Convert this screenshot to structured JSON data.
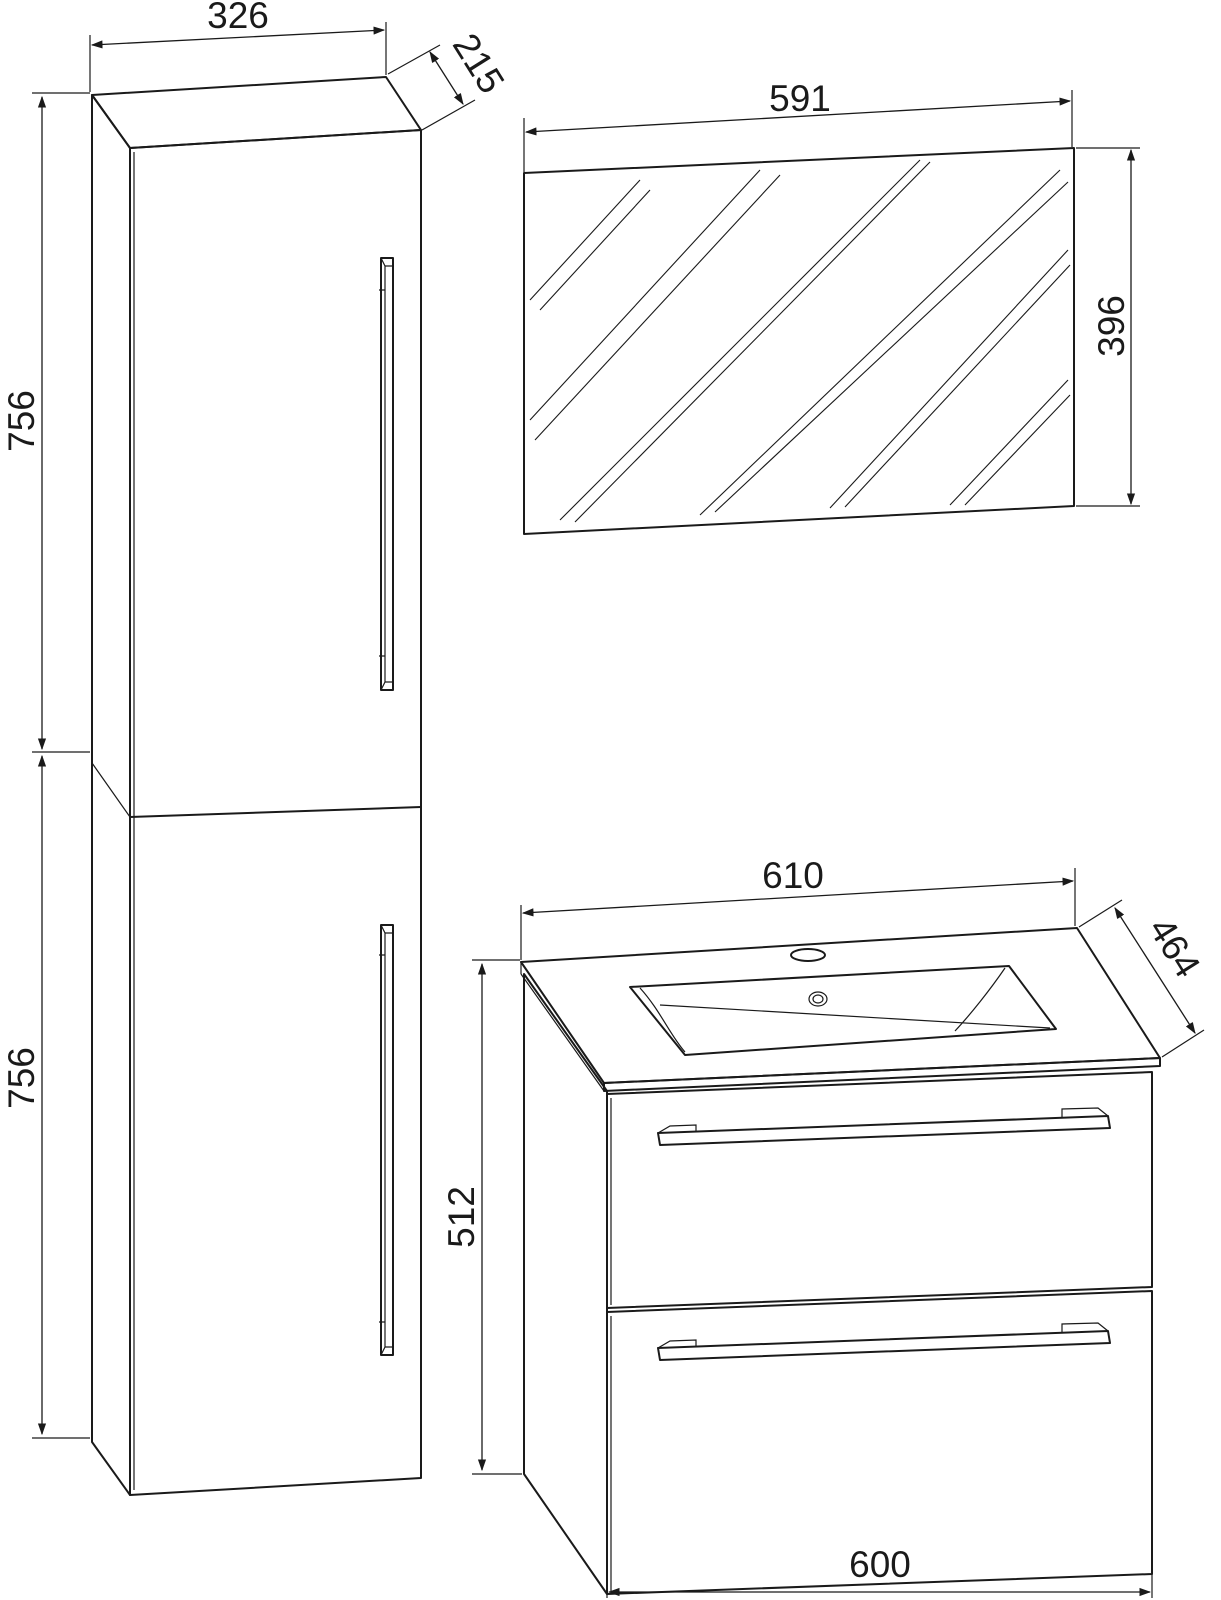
{
  "dimensions": {
    "tall_cabinet_width": "326",
    "tall_cabinet_depth": "215",
    "tall_cabinet_upper_height": "756",
    "tall_cabinet_lower_height": "756",
    "mirror_width": "591",
    "mirror_height": "396",
    "vanity_top_width": "610",
    "vanity_top_depth": "464",
    "vanity_height": "512",
    "vanity_base_width": "600"
  },
  "colors": {
    "line": "#1a1a1a",
    "background": "#ffffff"
  }
}
